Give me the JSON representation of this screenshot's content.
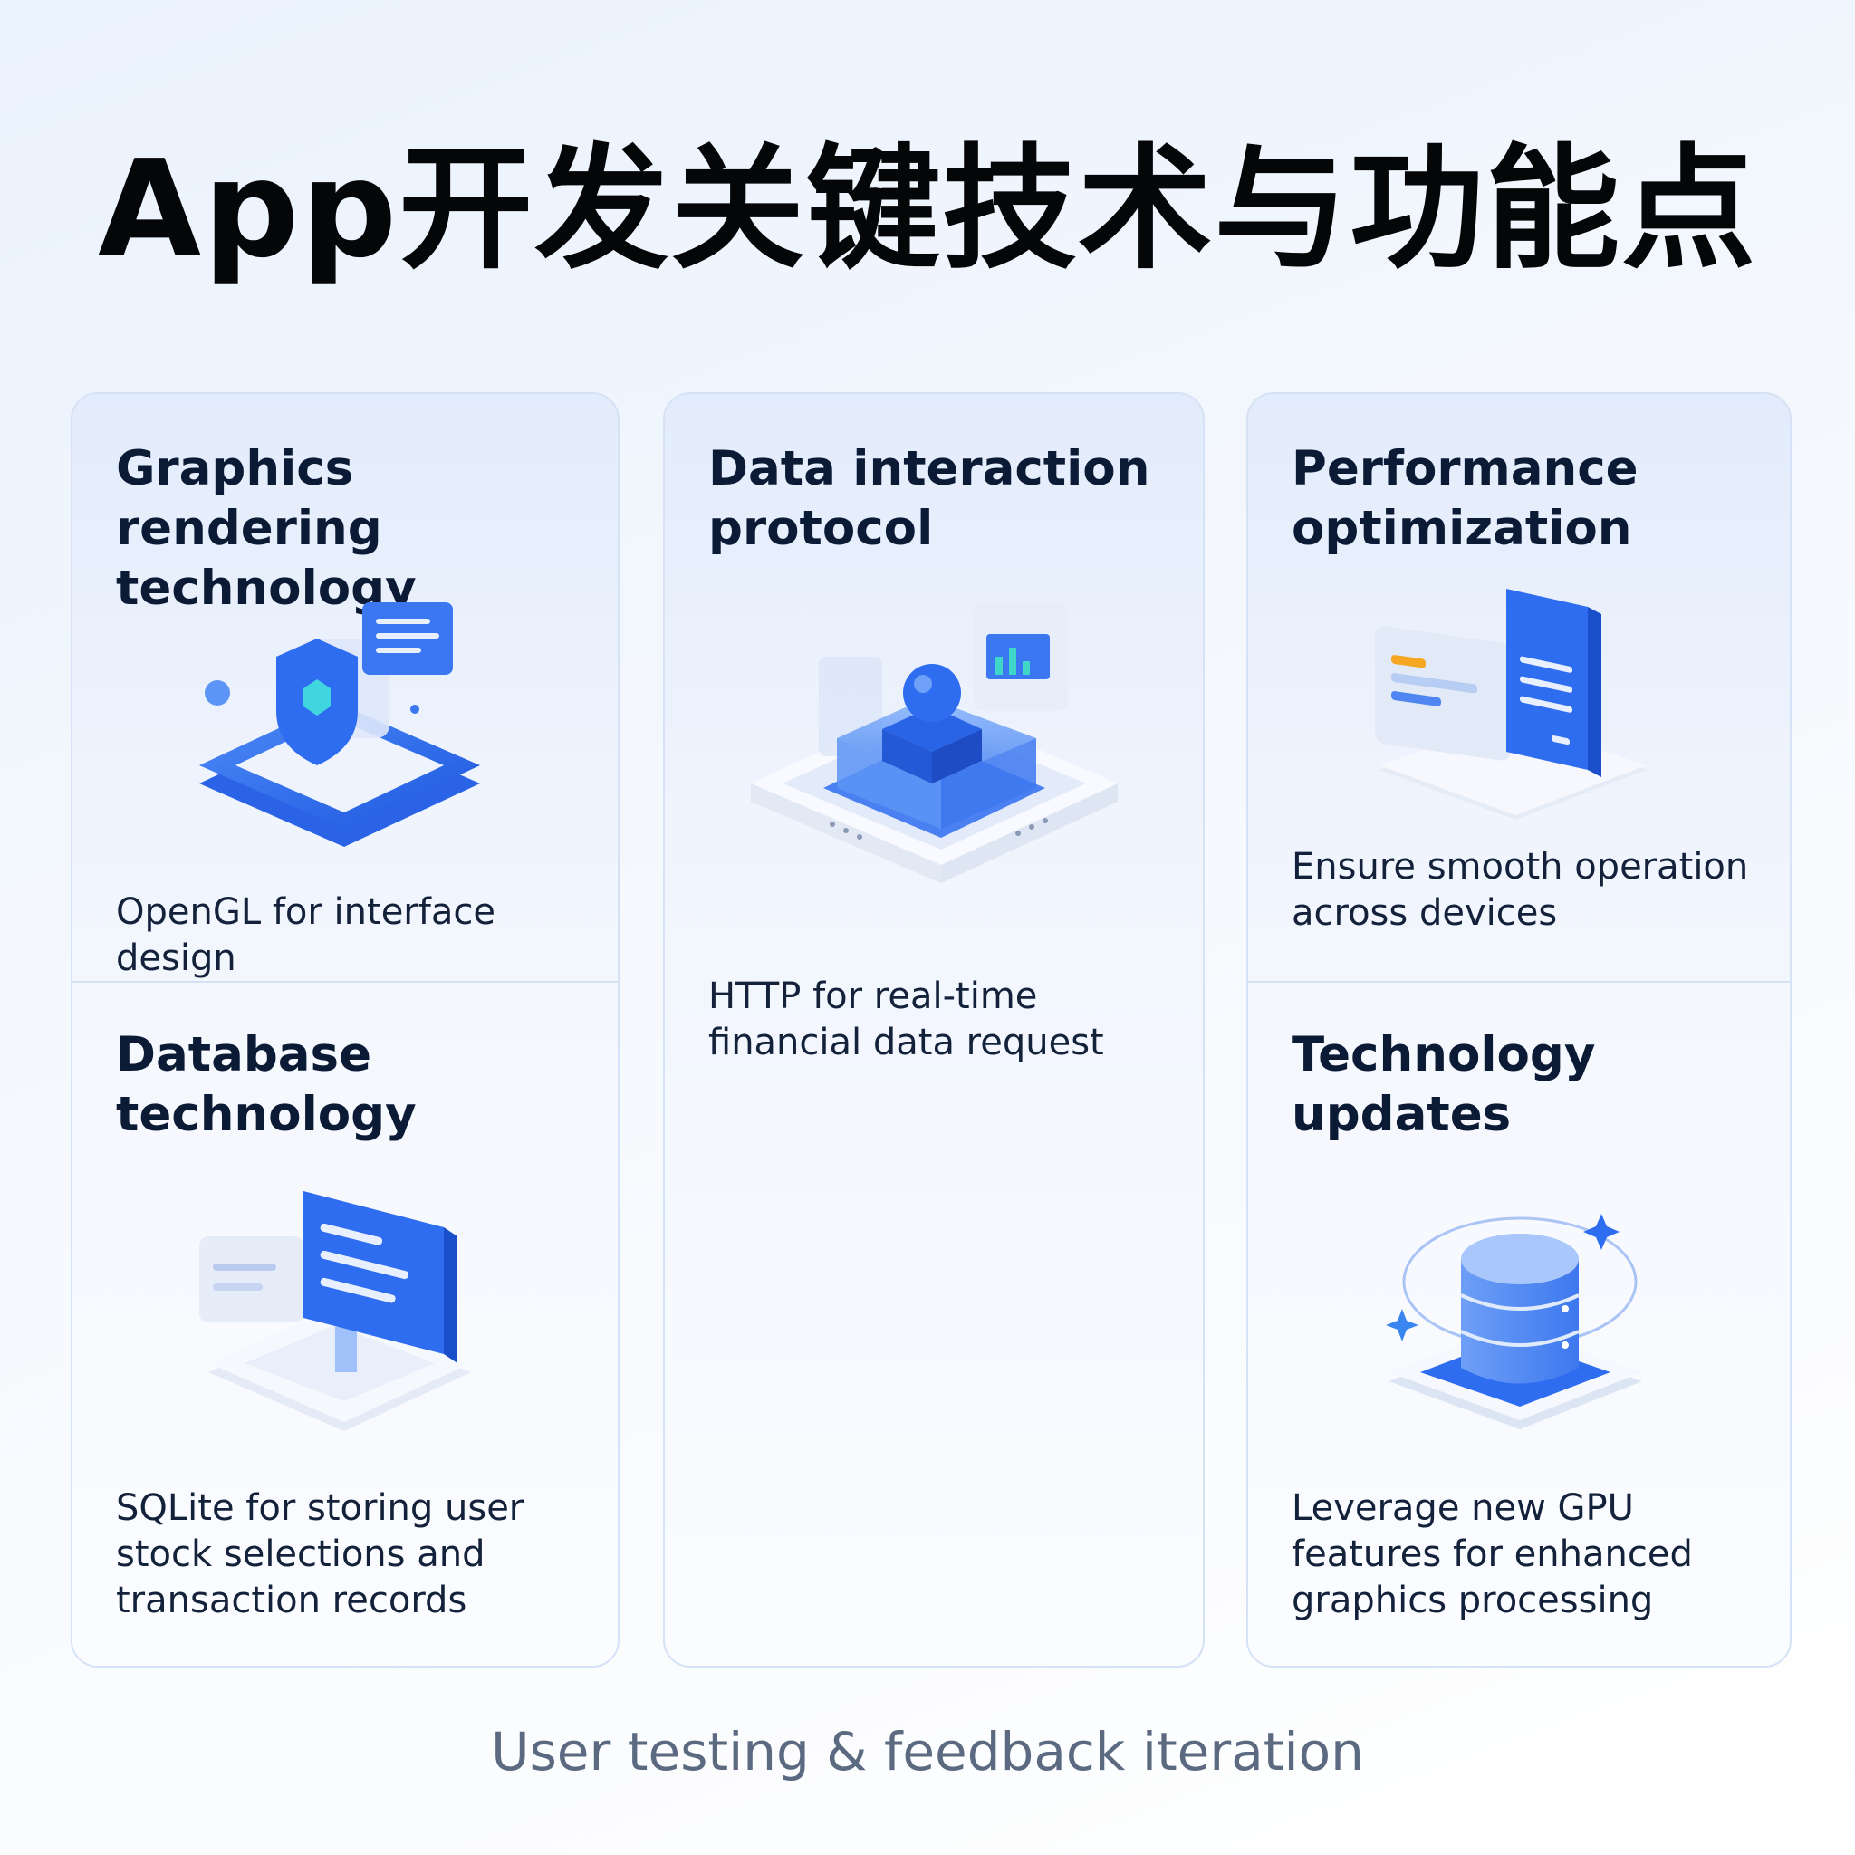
{
  "title": "App开发关键技术与功能点",
  "cards": {
    "graphics": {
      "heading": "Graphics rendering technology",
      "description": "OpenGL for interface design"
    },
    "data": {
      "heading": "Data interaction protocol",
      "description": "HTTP for real-time financial data request"
    },
    "performance": {
      "heading": "Performance optimization",
      "description": "Ensure smooth operation across devices"
    },
    "database": {
      "heading": "Database technology",
      "description": "SQLite for storing user stock selections and transaction records"
    },
    "updates": {
      "heading": "Technology updates",
      "description": "Leverage new GPU features for enhanced graphics processing"
    }
  },
  "footer": "User testing & feedback iteration",
  "icons": [
    "shield-platform-icon",
    "network-cube-icon",
    "monitor-server-icon",
    "computer-monitor-icon",
    "database-stack-icon"
  ],
  "colors": {
    "accent": "#2f6df0",
    "title": "#050608",
    "text": "#13223a",
    "footer": "#5b6a80"
  }
}
